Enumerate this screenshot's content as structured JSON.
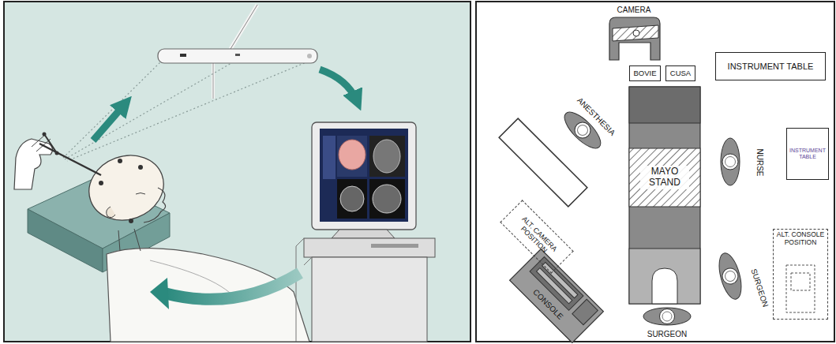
{
  "diagram": {
    "nodes": [
      {
        "text": [
          "CAMERA"
        ]
      },
      {
        "text": [
          "BOVIE"
        ]
      },
      {
        "text": [
          "CUSA"
        ]
      },
      {
        "text": [
          "INSTRUMENT TABLE"
        ]
      },
      {
        "text": [
          "ANESTHESIA"
        ]
      },
      {
        "text": [
          "NURSE"
        ]
      },
      {
        "text": [
          "INSTRUMENT TABLE"
        ]
      },
      {
        "text": [
          "MAYO STAND"
        ]
      },
      {
        "text": [
          "ALT. CAMERA POSITION"
        ]
      },
      {
        "text": [
          "SURGEON"
        ]
      },
      {
        "text": [
          "ALT. CONSOLE POSITION"
        ]
      },
      {
        "text": [
          "CONSOLE"
        ]
      },
      {
        "text": [
          "SURGEON"
        ]
      }
    ]
  }
}
